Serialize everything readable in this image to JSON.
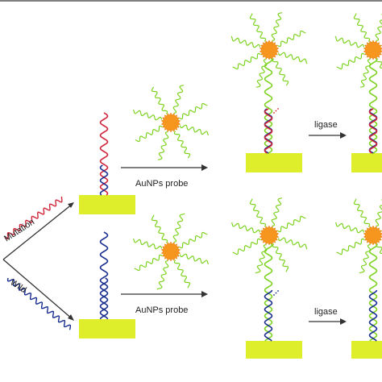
{
  "diagram": {
    "input_labels": {
      "mutation": "Mutation",
      "wild": "Wild"
    },
    "step_labels": {
      "probe_top": "AuNPs probe",
      "probe_bottom": "AuNPs probe",
      "ligase_top": "ligase",
      "ligase_bottom": "ligase"
    },
    "colors": {
      "mutation_strand": "#d0263a",
      "wild_strand": "#1a2f8f",
      "probe_strand": "#7ed321",
      "nanoparticle": "#f7961e",
      "substrate": "#dfee2a",
      "arrow": "#333333"
    }
  }
}
